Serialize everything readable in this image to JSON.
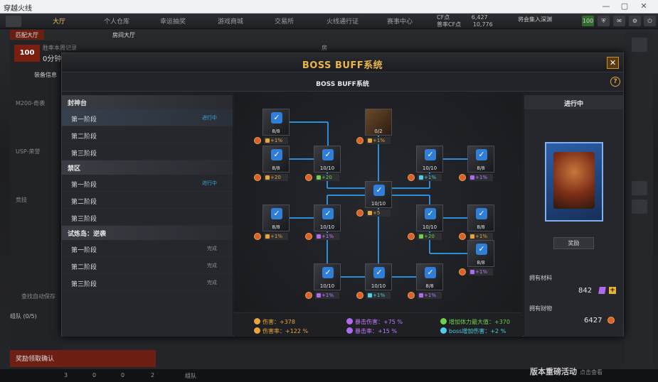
{
  "window": {
    "title": "穿越火线",
    "controls": [
      "—",
      "▢",
      "✕"
    ]
  },
  "topnav": {
    "tabs": [
      "大厅",
      "个人仓库",
      "幸运抽奖",
      "游戏商城",
      "交易所",
      "火线通行证",
      "赛事中心"
    ],
    "cf_label": "CF点",
    "cf_value": "6,427",
    "bonus_label": "普率CF点",
    "bonus_value": "10,776",
    "friend_text": "将会集入深渊",
    "level": "100"
  },
  "lobby": {
    "tabs": [
      "匹配大厅",
      "房间大厅"
    ],
    "rank": "100",
    "rank_text": "0分钟",
    "record_label": "胜率本周记录",
    "gear_label": "装备信息",
    "weapons": [
      "M200-奇袭",
      "USP-荣誉",
      "竞技"
    ],
    "team_label": "组队 (0/5)",
    "auto_label": "查找自动保存",
    "confirm_btn": "奖励领取确认",
    "bottom_counts": [
      "3",
      "0",
      "0",
      "2"
    ],
    "bottom_team": "组队",
    "revive_title": "版本重磅活动",
    "revive_sub": "点击查看",
    "room_hint": "房"
  },
  "modal": {
    "title": "BOSS BUFF系统",
    "subtitle": "BOSS BUFF系统",
    "close": "✕",
    "help": "?",
    "sections": [
      {
        "name": "封神台",
        "rows": [
          {
            "label": "第一阶段",
            "status": "进行中",
            "done": false
          },
          {
            "label": "第二阶段",
            "status": "",
            "done": false
          },
          {
            "label": "第三阶段",
            "status": "",
            "done": false
          }
        ]
      },
      {
        "name": "禁区",
        "rows": [
          {
            "label": "第一阶段",
            "status": "进行中",
            "done": false
          },
          {
            "label": "第二阶段",
            "status": "",
            "done": false
          },
          {
            "label": "第三阶段",
            "status": "",
            "done": false
          }
        ]
      },
      {
        "name": "试炼岛：逆袭",
        "rows": [
          {
            "label": "第一阶段",
            "status": "完成",
            "done": true
          },
          {
            "label": "第二阶段",
            "status": "完成",
            "done": true
          },
          {
            "label": "第三阶段",
            "status": "完成",
            "done": true
          }
        ]
      }
    ],
    "nodes": [
      {
        "count": "8/8",
        "buff": "+1%",
        "color": "orange"
      },
      {
        "count": "0/2",
        "buff": "+1%",
        "color": "orange"
      },
      {
        "count": "8/8",
        "buff": "+20",
        "color": "orange"
      },
      {
        "count": "10/10",
        "buff": "+20",
        "color": "green"
      },
      {
        "count": "10/10",
        "buff": "+1%",
        "color": "cyan"
      },
      {
        "count": "8/8",
        "buff": "+1%",
        "color": "purple"
      },
      {
        "count": "10/10",
        "buff": "+5",
        "color": "orange"
      },
      {
        "count": "8/8",
        "buff": "+1%",
        "color": "orange"
      },
      {
        "count": "10/10",
        "buff": "+1%",
        "color": "purple"
      },
      {
        "count": "10/10",
        "buff": "+20",
        "color": "green"
      },
      {
        "count": "8/8",
        "buff": "+1%",
        "color": "orange"
      },
      {
        "count": "8/8",
        "buff": "+1%",
        "color": "purple"
      },
      {
        "count": "10/10",
        "buff": "+1%",
        "color": "purple"
      },
      {
        "count": "10/10",
        "buff": "+1%",
        "color": "cyan"
      },
      {
        "count": "8/8",
        "buff": "+1%",
        "color": "purple"
      }
    ],
    "stats": [
      {
        "label": "伤害：",
        "value": "+378",
        "color": "orange"
      },
      {
        "label": "伤害率：",
        "value": "+122 %",
        "color": "orange"
      },
      {
        "label": "暴击伤害：",
        "value": "+75 %",
        "color": "purple"
      },
      {
        "label": "暴击率：",
        "value": "+15 %",
        "color": "purple"
      },
      {
        "label": "增加体力最大值：",
        "value": "+370",
        "color": "green"
      },
      {
        "label": "boss增加伤害：",
        "value": "+2 %",
        "color": "cyan"
      }
    ],
    "right": {
      "status": "进行中",
      "reward_btn": "奖励",
      "material_label": "拥有材料",
      "material_value": "842",
      "wealth_label": "拥有财物",
      "wealth_value": "6427"
    }
  }
}
